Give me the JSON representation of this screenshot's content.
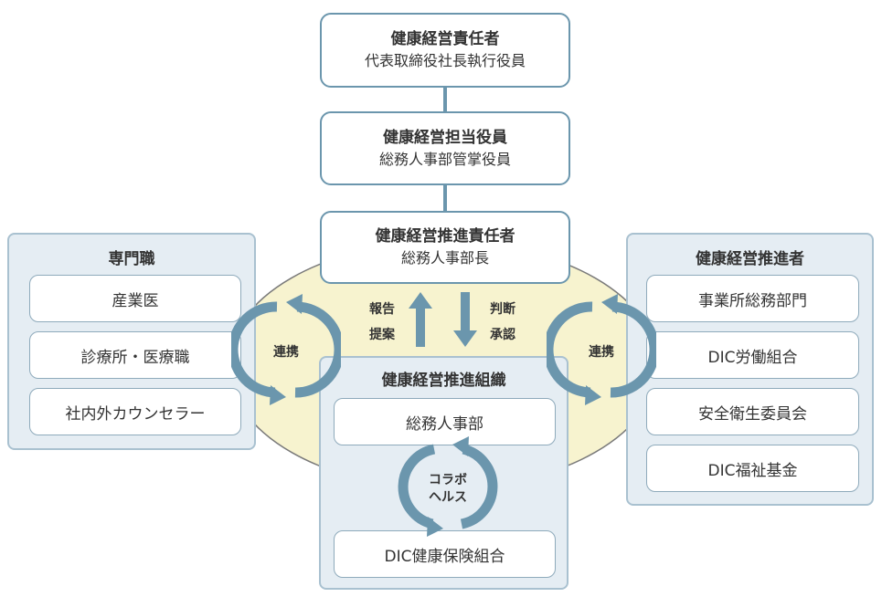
{
  "top": {
    "ceo": {
      "title": "健康経営責任者",
      "role": "代表取締役社長執行役員"
    },
    "officer": {
      "title": "健康経営担当役員",
      "role": "総務人事部管掌役員"
    },
    "promoter_head": {
      "title": "健康経営推進責任者",
      "role": "総務人事部長"
    }
  },
  "center": {
    "left_labels": [
      "報告",
      "提案"
    ],
    "right_labels": [
      "判断",
      "承認"
    ],
    "org_title": "健康経営推進組織",
    "org_items": [
      "総務人事部",
      "DIC健康保険組合"
    ],
    "collab_label": [
      "コラボ",
      "ヘルス"
    ]
  },
  "left_panel": {
    "title": "専門職",
    "items": [
      "産業医",
      "診療所・医療職",
      "社内外カウンセラー"
    ]
  },
  "right_panel": {
    "title": "健康経営推進者",
    "items": [
      "事業所総務部門",
      "DIC労働組合",
      "安全衛生委員会",
      "DIC福祉基金"
    ]
  },
  "link_label": "連携",
  "colors": {
    "accent": "#6b96ad",
    "panel_bg": "#e5edf3",
    "ellipse": "#f7f3cf"
  }
}
